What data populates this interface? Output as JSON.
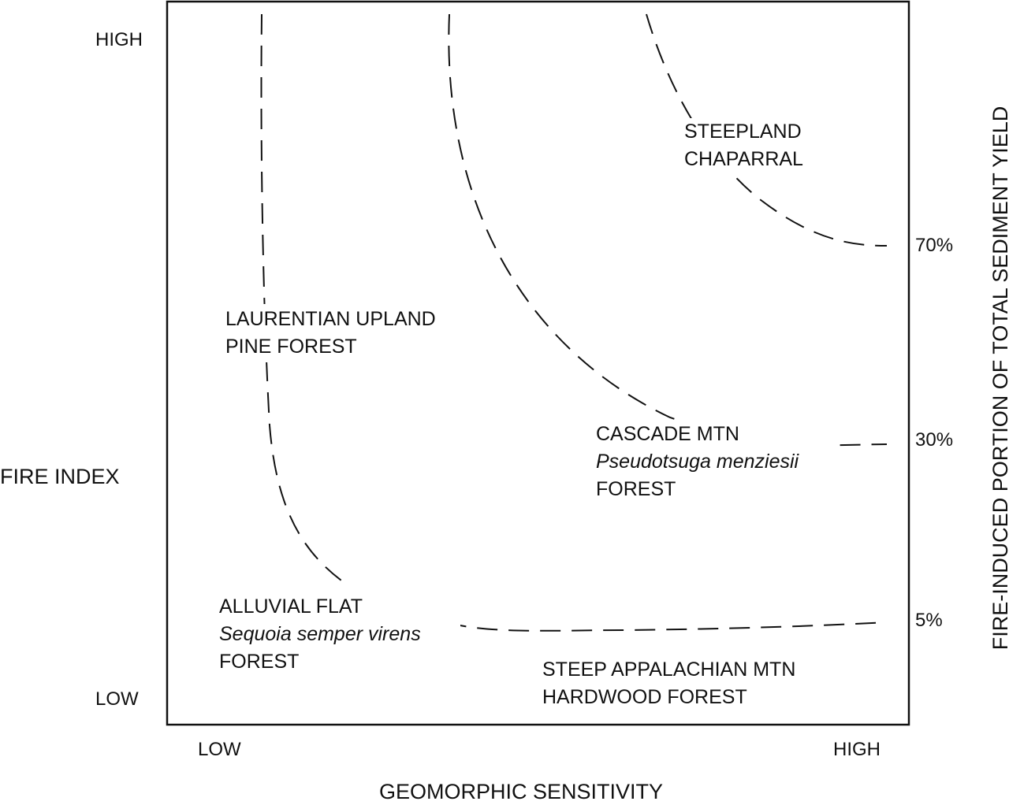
{
  "axes": {
    "x_title": "GEOMORPHIC SENSITIVITY",
    "x_low": "LOW",
    "x_high": "HIGH",
    "y_left_title": "FIRE INDEX",
    "y_high": "HIGH",
    "y_low": "LOW",
    "y_right_title": "FIRE-INDUCED PORTION OF TOTAL SEDIMENT YIELD"
  },
  "contours": [
    {
      "label": "70%"
    },
    {
      "label": "30%"
    },
    {
      "label": "5%"
    }
  ],
  "regions": {
    "steepland": {
      "line1": "STEEPLAND",
      "line2": "CHAPARRAL"
    },
    "laurentian": {
      "line1": "LAURENTIAN UPLAND",
      "line2": "PINE FOREST"
    },
    "cascade": {
      "line1": "CASCADE MTN",
      "line2": "Pseudotsuga menziesii",
      "line3": "FOREST"
    },
    "alluvial": {
      "line1": "ALLUVIAL FLAT",
      "line2": "Sequoia semper virens",
      "line3": "FOREST"
    },
    "appalachian": {
      "line1": "STEEP APPALACHIAN MTN",
      "line2": "HARDWOOD FOREST"
    }
  },
  "colors": {
    "ink": "#111111",
    "background": "#ffffff"
  }
}
